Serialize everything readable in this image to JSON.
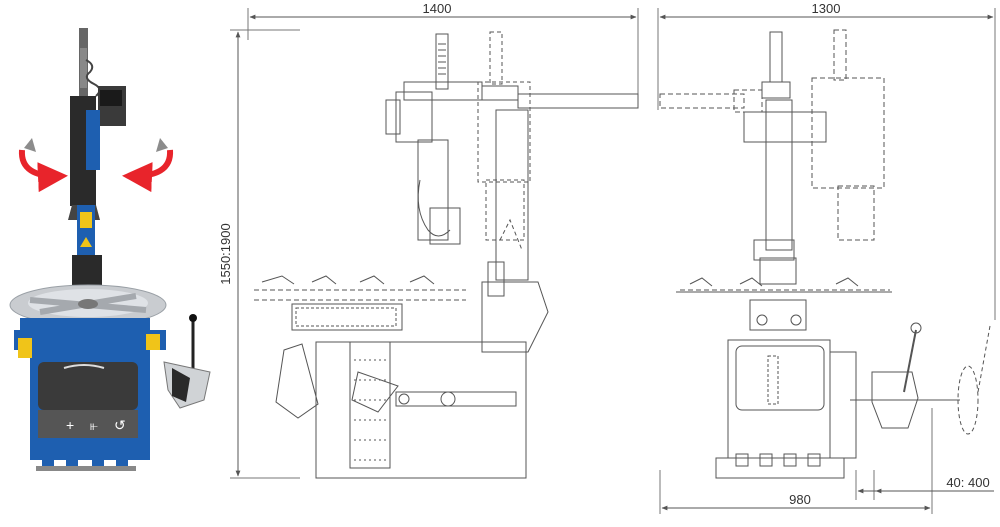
{
  "dimensions": {
    "side_width": "1400",
    "front_width": "1300",
    "height_range": "1550:1900",
    "base_width": "980",
    "arm_offset": "40: 400"
  },
  "colors": {
    "machine_blue": "#1e5fb0",
    "machine_dark": "#2a2a2a",
    "turntable": "#c9ccd0",
    "arrow_red": "#e8242b",
    "arrow_grey": "#8c8c8c",
    "line": "#555555"
  }
}
